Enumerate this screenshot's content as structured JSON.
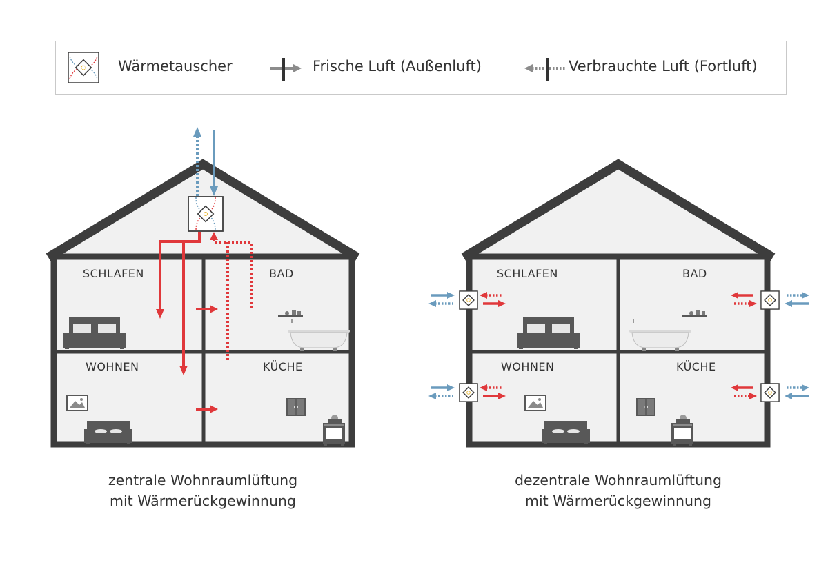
{
  "legend": {
    "heat_exchanger": "Wärmetauscher",
    "fresh_air": "Frische Luft (Außenluft)",
    "exhaust_air": "Verbrauchte Luft (Fortluft)"
  },
  "houses": {
    "central": {
      "rooms": {
        "top_left": "SCHLAFEN",
        "top_right": "BAD",
        "bottom_left": "WOHNEN",
        "bottom_right": "KÜCHE"
      },
      "caption_line1": "zentrale Wohnraumlüftung",
      "caption_line2": "mit Wärmerückgewinnung"
    },
    "decentral": {
      "rooms": {
        "top_left": "SCHLAFEN",
        "top_right": "BAD",
        "bottom_left": "WOHNEN",
        "bottom_right": "KÜCHE"
      },
      "caption_line1": "dezentrale Wohnraumlüftung",
      "caption_line2": "mit Wärmerückgewinnung"
    }
  },
  "colors": {
    "wall": "#3d3d3d",
    "room_fill": "#f1f1f1",
    "fresh_blue": "#6a9bbd",
    "warm_red": "#e0383b",
    "furniture": "#585858",
    "legend_arrow": "#8c8c8c",
    "accent_yellow": "#e8b93a"
  },
  "icons": [
    "heat-exchanger-icon",
    "fresh-air-arrow-icon",
    "exhaust-air-arrow-icon",
    "bed-icon",
    "bathtub-icon",
    "sofa-icon",
    "picture-icon",
    "cabinet-icon",
    "stove-icon",
    "shelf-icon"
  ]
}
